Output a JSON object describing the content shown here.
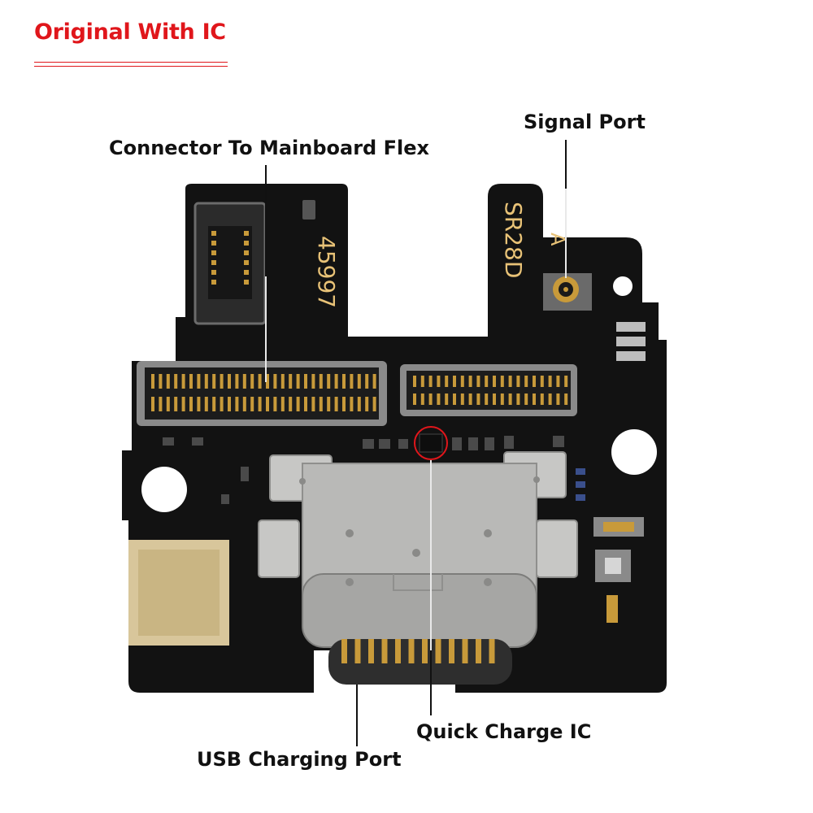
{
  "header": {
    "title": "Original With IC"
  },
  "callouts": {
    "connector": "Connector To Mainboard Flex",
    "signal": "Signal Port",
    "quick_charge": "Quick Charge IC",
    "usb": "USB Charging Port"
  },
  "board_markings": {
    "part_number": "45997",
    "model": "SR28D",
    "revision": "A"
  },
  "colors": {
    "accent": "#e0161b",
    "pcb": "#121212",
    "metal": "#b9b9b7",
    "gold": "#c89a3a"
  }
}
